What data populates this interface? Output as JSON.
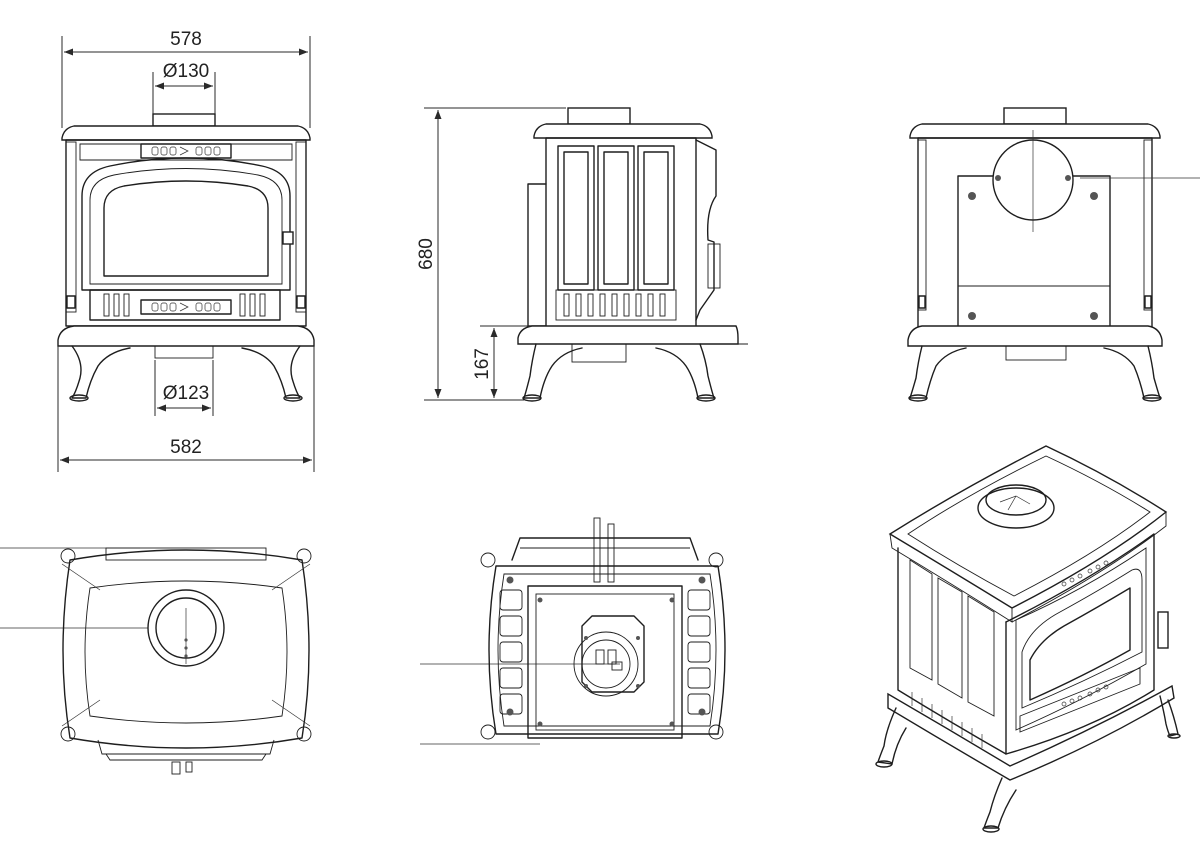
{
  "dimensions": {
    "top_width": "578",
    "flue_top_diameter": "Ø130",
    "height": "680",
    "leg_height": "167",
    "flue_bottom_diameter": "Ø123",
    "bottom_width": "582"
  },
  "views": [
    {
      "name": "front-view"
    },
    {
      "name": "side-view"
    },
    {
      "name": "rear-view"
    },
    {
      "name": "top-view"
    },
    {
      "name": "bottom-view"
    },
    {
      "name": "isometric-view"
    }
  ],
  "colors": {
    "line": "#1e1e1e",
    "background": "#ffffff"
  }
}
